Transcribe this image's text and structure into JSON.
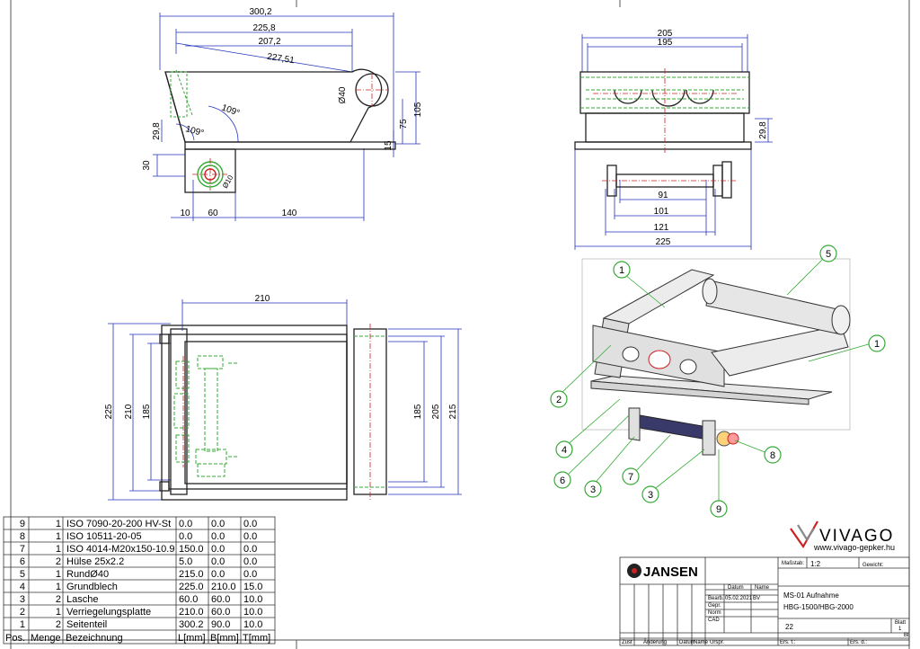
{
  "dimensions": {
    "side": {
      "top_overall": "300,2",
      "top_2": "225,8",
      "top_3": "207,2",
      "slant": "227,51",
      "angle_1": "109°",
      "angle_2": "109°",
      "h_left": "29,8",
      "h_slot": "30",
      "hole_dia": "Ø40",
      "h_15": "15",
      "h_75": "75",
      "h_105": "105",
      "pin_dia": "Ø10",
      "b_10": "10",
      "b_60": "60",
      "b_140": "140"
    },
    "end": {
      "w_205": "205",
      "w_195": "195",
      "h_right": "29,8",
      "d_91": "91",
      "d_101": "101",
      "d_121": "121",
      "d_225": "225"
    },
    "plan": {
      "top_210": "210",
      "l_225": "225",
      "l_210": "210",
      "l_185": "185",
      "r_185": "185",
      "r_205": "205",
      "r_215": "215"
    }
  },
  "callouts": [
    "1",
    "5",
    "1",
    "2",
    "4",
    "6",
    "3",
    "7",
    "3",
    "9",
    "8"
  ],
  "bom": {
    "rows": [
      {
        "pos": "9",
        "qty": "1",
        "name": "ISO 7090-20-200 HV-St",
        "l": "0.0",
        "b": "0.0",
        "t": "0.0"
      },
      {
        "pos": "8",
        "qty": "1",
        "name": "ISO 10511-20-05",
        "l": "0.0",
        "b": "0.0",
        "t": "0.0"
      },
      {
        "pos": "7",
        "qty": "1",
        "name": "ISO 4014-M20x150-10.9",
        "l": "150.0",
        "b": "0.0",
        "t": "0.0"
      },
      {
        "pos": "6",
        "qty": "2",
        "name": "Hülse 25x2.2",
        "l": "5.0",
        "b": "0.0",
        "t": "0.0"
      },
      {
        "pos": "5",
        "qty": "1",
        "name": "RundØ40",
        "l": "215.0",
        "b": "0.0",
        "t": "0.0"
      },
      {
        "pos": "4",
        "qty": "1",
        "name": "Grundblech",
        "l": "225.0",
        "b": "210.0",
        "t": "15.0"
      },
      {
        "pos": "3",
        "qty": "2",
        "name": "Lasche",
        "l": "60.0",
        "b": "60.0",
        "t": "10.0"
      },
      {
        "pos": "2",
        "qty": "1",
        "name": "Verriegelungsplatte",
        "l": "210.0",
        "b": "60.0",
        "t": "10.0"
      },
      {
        "pos": "1",
        "qty": "2",
        "name": "Seitenteil",
        "l": "300.2",
        "b": "90.0",
        "t": "10.0"
      }
    ],
    "headers": {
      "pos": "Pos.",
      "qty": "Menge",
      "name": "Bezeichnung",
      "l": "L[mm]",
      "b": "B[mm]",
      "t": "T[mm]"
    }
  },
  "logo": {
    "brand": "VIVAGO",
    "url": "www.vivago-gepker.hu",
    "company": "JANSEN"
  },
  "title_block": {
    "massstab_label": "Maßstab:",
    "massstab": "1:2",
    "gewicht_label": "Gewicht:",
    "datum": "Datum",
    "name": "Name",
    "bearb": "Bearb.",
    "bearb_date": "05.02.2021",
    "bearb_name": "BV",
    "gepr": "Gepr.",
    "norm": "Norm",
    "cad": "CAD",
    "title_1": "MS-01 Aufnahme",
    "title_2": "HBG-1500/HBG-2000",
    "number": "22",
    "blatt_label": "Blatt",
    "blatt": "1",
    "bl": "Bl.",
    "zust": "Zust",
    "aenderung": "Änderung",
    "datum2": "Datum",
    "name2": "Name",
    "urspr": "Urspr.",
    "ers_f": "Ers. f.:",
    "ers_d": "Ers. d.:"
  },
  "colors": {
    "green": "#33aa33",
    "red": "#cc2222",
    "blue": "#2233bb",
    "line": "#222222"
  }
}
